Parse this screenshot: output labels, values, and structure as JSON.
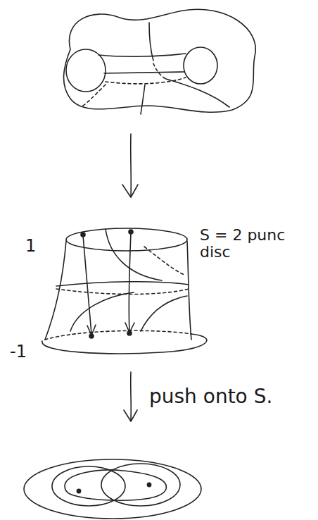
{
  "diagram": {
    "labels": [
      "1",
      "S = 2 punc disc",
      "-1",
      "push onto S."
    ]
  }
}
